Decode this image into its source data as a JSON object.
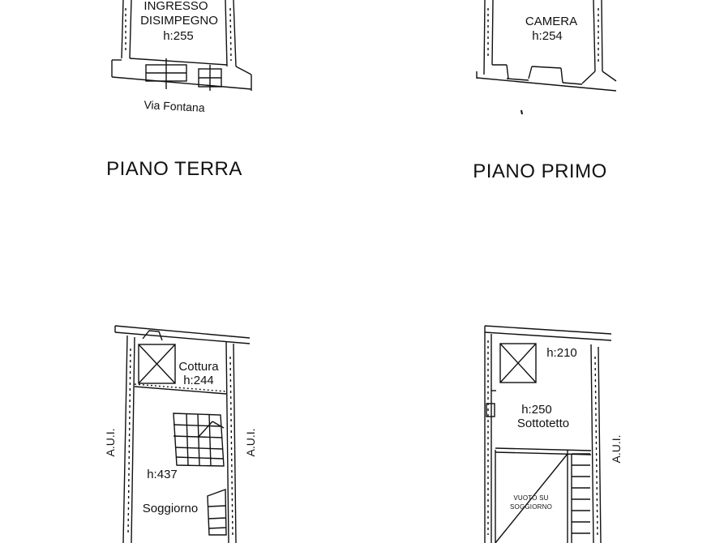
{
  "floors": {
    "terra": {
      "heading": "PIANO TERRA",
      "room_line1": "INGRESSO",
      "room_line2": "DISIMPEGNO",
      "room_height": "h:255",
      "street": "Via Fontana"
    },
    "primo": {
      "heading": "PIANO PRIMO",
      "room_name": "CAMERA",
      "room_height": "h:254"
    },
    "secondo_left": {
      "kitchen_name": "Cottura",
      "kitchen_height": "h:244",
      "living_height": "h:437",
      "living_name": "Soggiorno",
      "aui_left": "A.U.I.",
      "aui_right": "A.U.I."
    },
    "secondo_right": {
      "corner_height": "h:210",
      "attic_height": "h:250",
      "attic_name": "Sottotetto",
      "void_line1": "VUOTO SU",
      "void_line2": "SOGGIORNO",
      "aui_right": "A.U.I."
    }
  }
}
